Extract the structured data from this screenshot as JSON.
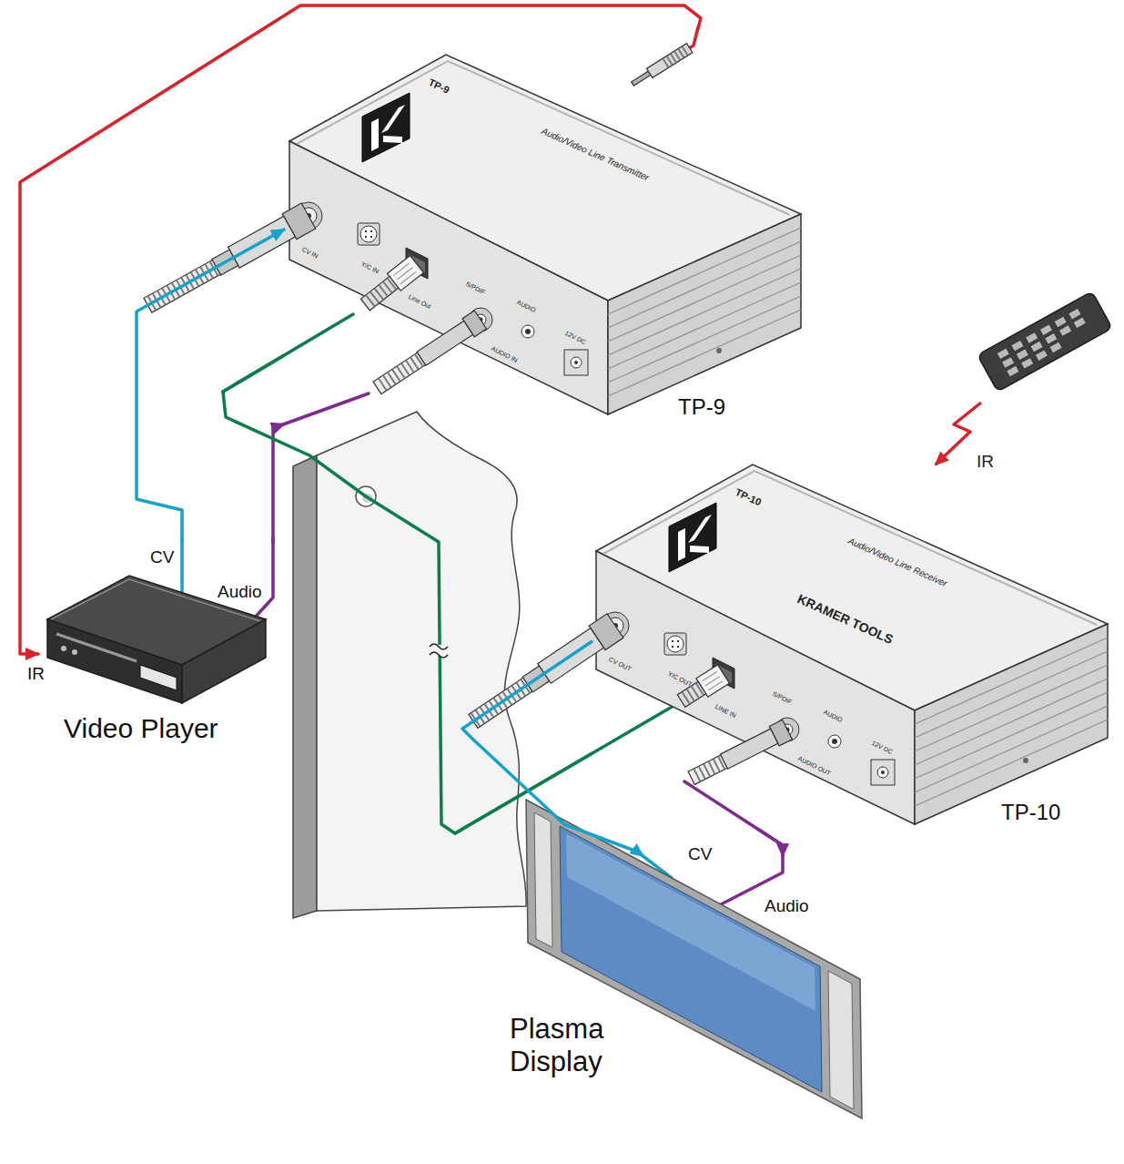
{
  "diagram": {
    "nodes": [
      {
        "text": [
          "TP-9"
        ]
      },
      {
        "text": [
          "Video Player"
        ]
      },
      {
        "text": [
          "TP-10"
        ]
      },
      {
        "text": [
          "Plasma Display"
        ]
      }
    ],
    "edges": [
      {
        "from": 1,
        "to": 0,
        "label": "CV",
        "arrow": "to"
      },
      {
        "from": 1,
        "to": 0,
        "label": "Audio",
        "arrow": "to"
      },
      {
        "from": 0,
        "to": 1,
        "label": "IR",
        "arrow": "to"
      },
      {
        "from": 0,
        "to": 2,
        "arrow": "none"
      },
      {
        "from": 2,
        "to": 3,
        "label": "CV",
        "arrow": "to"
      },
      {
        "from": 2,
        "to": 3,
        "label": "Audio",
        "arrow": "to"
      }
    ],
    "labels": [
      "IR",
      "TP-9",
      "Audio/Video Line Transmitter",
      "CV IN",
      "Y/C IN",
      "Line Out",
      "S/PDIF",
      "AUDIO",
      "AUDIO IN",
      "12V DC",
      "TP-10",
      "Audio/Video Line Receiver",
      "KRAMER TOOLS",
      "CV OUT",
      "Y/C OUT",
      "LINE IN",
      "S/PDIF",
      "AUDIO",
      "AUDIO OUT",
      "12V DC"
    ]
  }
}
